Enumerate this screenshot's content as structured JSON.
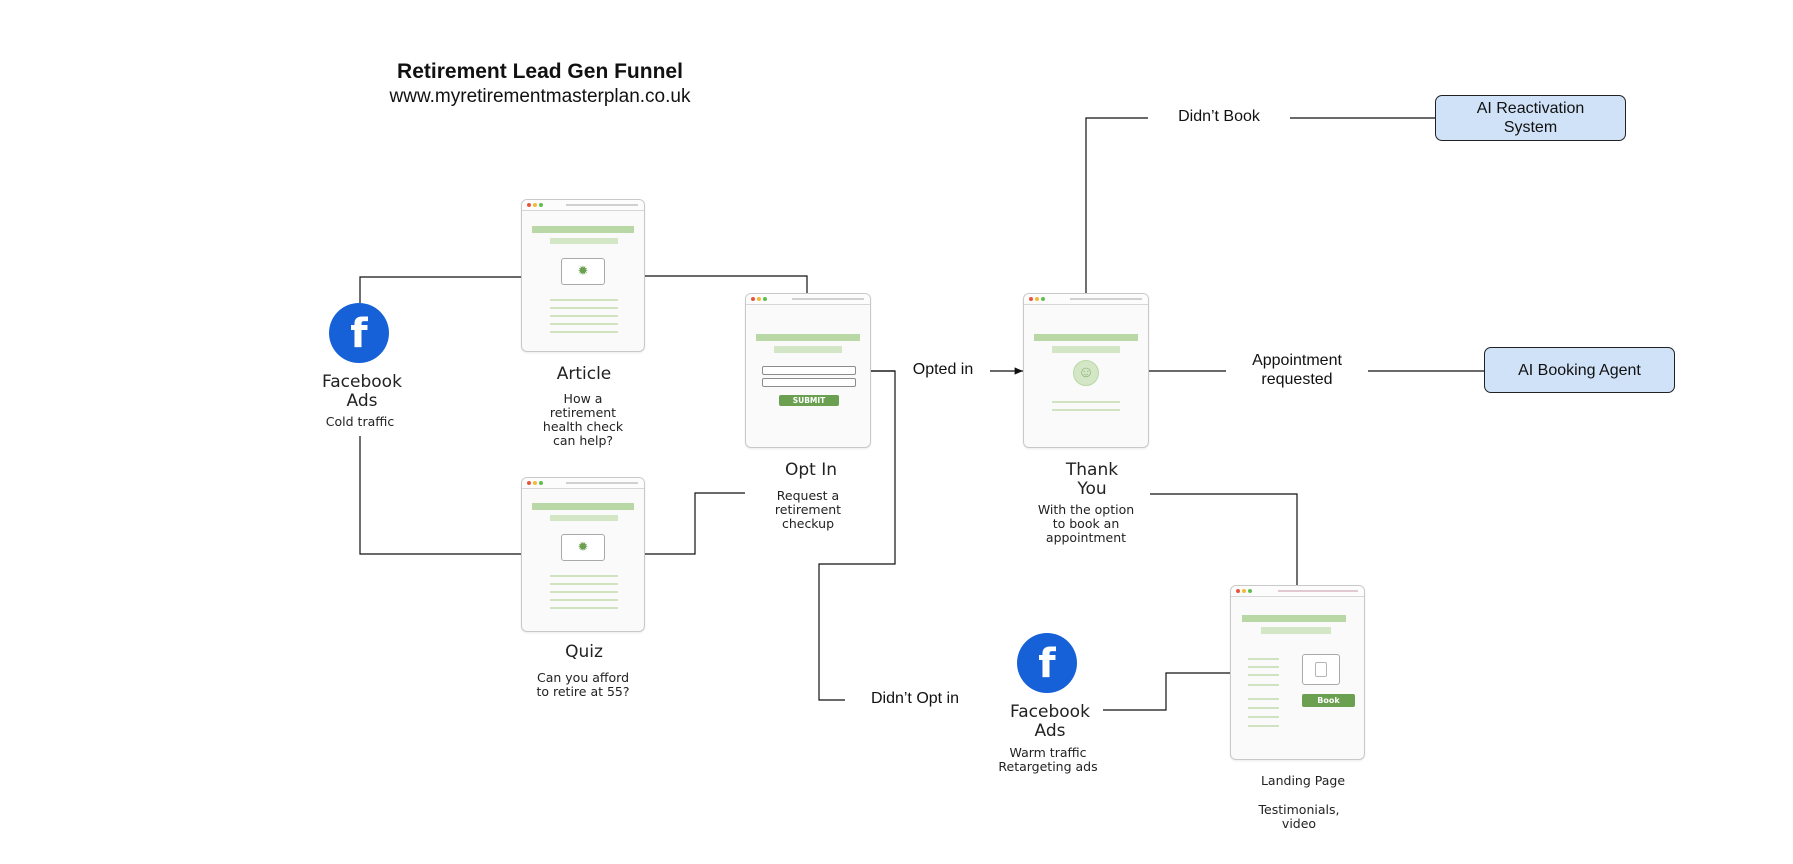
{
  "header": {
    "title": "Retirement Lead Gen Funnel",
    "subtitle": "www.myretirementmasterplan.co.uk"
  },
  "nodes": {
    "facebook_cold": {
      "title": "Facebook\nAds",
      "subtitle": "Cold traffic",
      "icon": "facebook-icon"
    },
    "article": {
      "title": "Article",
      "subtitle": "How a\nretirement\nhealth check\ncan help?"
    },
    "quiz": {
      "title": "Quiz",
      "subtitle": "Can you afford\nto retire at 55?"
    },
    "opt_in": {
      "title": "Opt In",
      "subtitle": "Request a\nretirement\ncheckup",
      "button": "SUBMIT"
    },
    "thank_you": {
      "title": "Thank\nYou",
      "subtitle": "With the option\nto book an\nappointment"
    },
    "facebook_warm": {
      "title": "Facebook\nAds",
      "subtitle": "Warm traffic\nRetargeting ads",
      "icon": "facebook-icon"
    },
    "landing_page": {
      "title": "Landing Page",
      "subtitle": "Testimonials,\nvideo",
      "button": "Book"
    }
  },
  "edges": {
    "opted_in": "Opted in",
    "didnt_opt_in": "Didn’t Opt in",
    "didnt_book": "Didn’t Book",
    "appointment_requested": "Appointment\nrequested"
  },
  "ai_boxes": {
    "reactivation": "AI Reactivation\nSystem",
    "booking_agent": "AI Booking Agent"
  },
  "colors": {
    "facebook_blue": "#1661d8",
    "ai_box_fill": "#cfe2f7",
    "mock_green": "#b9d8a5",
    "button_green": "#6aa050"
  }
}
